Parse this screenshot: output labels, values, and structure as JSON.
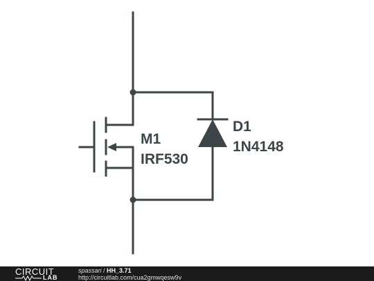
{
  "components": {
    "mosfet": {
      "ref": "M1",
      "part": "IRF530"
    },
    "diode": {
      "ref": "D1",
      "part": "1N4148"
    }
  },
  "colors": {
    "wire": "#3d4549",
    "footer_bg": "#1b1b1b",
    "footer_text": "#ffffff"
  },
  "footer": {
    "logo_top": "CIRCUIT",
    "logo_bottom": "LAB",
    "user": "spassari",
    "separator": " / ",
    "circuit_name": "HH_3.71",
    "url": "http://circuitlab.com/cua2gmwqesw9v"
  }
}
